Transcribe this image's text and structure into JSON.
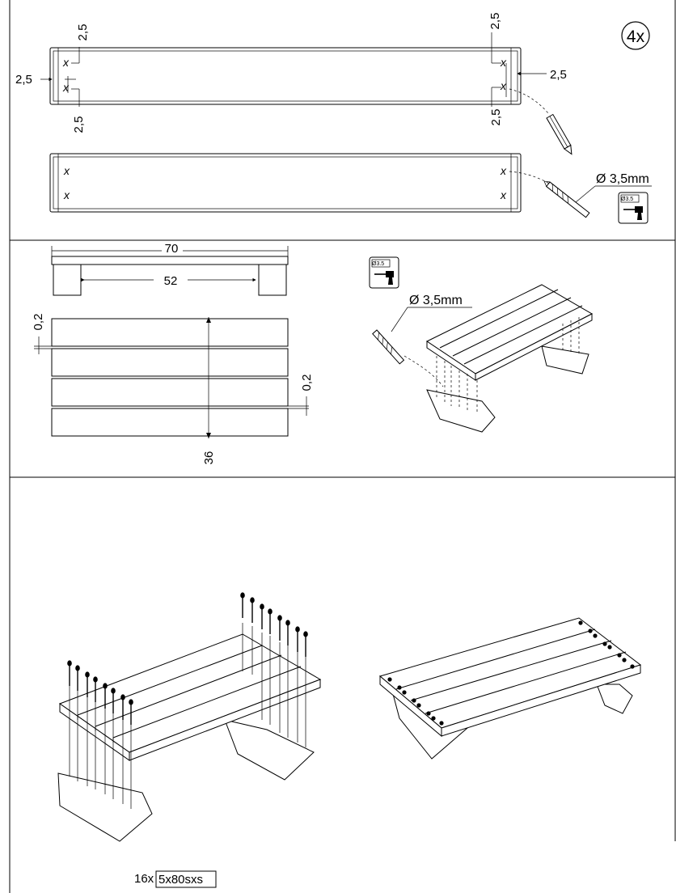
{
  "step1": {
    "quantity_badge": "4x",
    "dim_top_left": "2,5",
    "dim_left_side": "2,5",
    "dim_bottom_left": "2,5",
    "dim_top_right": "2,5",
    "dim_right_side": "2,5",
    "dim_bottom_right": "2,5",
    "marks_left": [
      "x",
      "x"
    ],
    "marks_right": [
      "x",
      "x"
    ],
    "lower_marks_left": [
      "x",
      "x"
    ],
    "lower_marks_right": [
      "x",
      "x"
    ],
    "drill_diameter_label": "Ø 3,5mm",
    "drill_icon_label": "Ø3.5"
  },
  "step2": {
    "dim_total_width": "70",
    "dim_inner_width": "52",
    "dim_gap_top": "0,2",
    "dim_gap_right": "0,2",
    "dim_depth": "36",
    "drill_icon_label": "Ø3.5",
    "drill_diameter_label": "Ø 3,5mm"
  },
  "step3": {
    "screw_quantity": "16x",
    "screw_spec": "5x80sxs"
  },
  "colors": {
    "line": "#000000",
    "background": "#ffffff"
  }
}
